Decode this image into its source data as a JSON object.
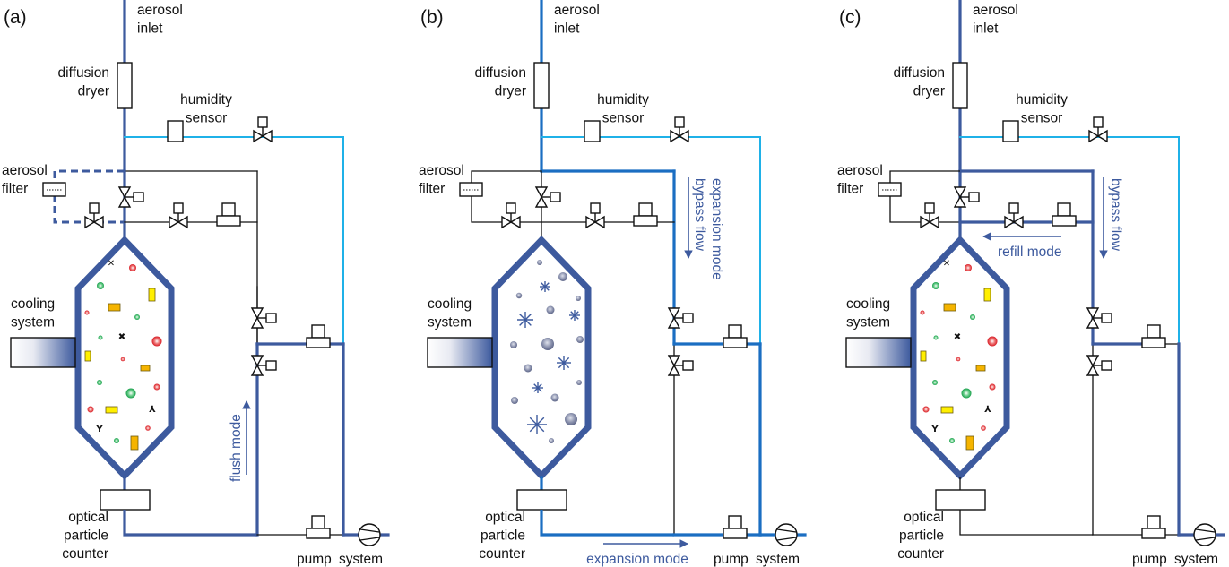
{
  "figure": {
    "description": "Schematic of an expansion cloud chamber setup in three operating modes",
    "colors": {
      "dark_blue": "#3d5a9e",
      "medium_blue": "#1b6ec2",
      "cyan": "#1fb1e8",
      "thin_line": "#111111",
      "label_blue": "#3d5a9e"
    },
    "common_labels": {
      "aerosol_inlet": [
        "aerosol",
        "inlet"
      ],
      "diffusion_dryer": [
        "diffusion",
        "dryer"
      ],
      "humidity_sensor": [
        "humidity",
        "sensor"
      ],
      "aerosol_filter": [
        "aerosol",
        "filter"
      ],
      "cooling_system": [
        "cooling",
        "system"
      ],
      "optical_particle_counter": [
        "optical",
        "particle",
        "counter"
      ],
      "pump": "pump",
      "system": "system"
    },
    "panels": [
      {
        "id": "a",
        "label": "(a)",
        "mode_labels": [
          {
            "text": "flush mode",
            "orientation": "vertical-up",
            "arrow": "up"
          }
        ],
        "chamber_contents": "mixed aerosol particles (red, green droplets, yellow/orange crystals, black soot)",
        "main_line_color": "dark_blue",
        "filter_path": "dashed-highlight"
      },
      {
        "id": "b",
        "label": "(b)",
        "mode_labels": [
          {
            "text": "expansion mode",
            "orientation": "vertical-down",
            "arrow": "down"
          },
          {
            "text": "bypass flow",
            "orientation": "vertical-down"
          },
          {
            "text": "expansion mode",
            "orientation": "horizontal",
            "arrow": "right"
          }
        ],
        "chamber_contents": "grey droplets and ice crystals",
        "main_line_color": "medium_blue",
        "filter_path": "thin"
      },
      {
        "id": "c",
        "label": "(c)",
        "mode_labels": [
          {
            "text": "refill mode",
            "orientation": "horizontal",
            "arrow": "left"
          },
          {
            "text": "bypass flow",
            "orientation": "vertical-down",
            "arrow": "down"
          }
        ],
        "chamber_contents": "mixed aerosol particles (red, green droplets, yellow/orange crystals, black soot)",
        "main_line_color": "dark_blue",
        "filter_path": "thin"
      }
    ]
  }
}
